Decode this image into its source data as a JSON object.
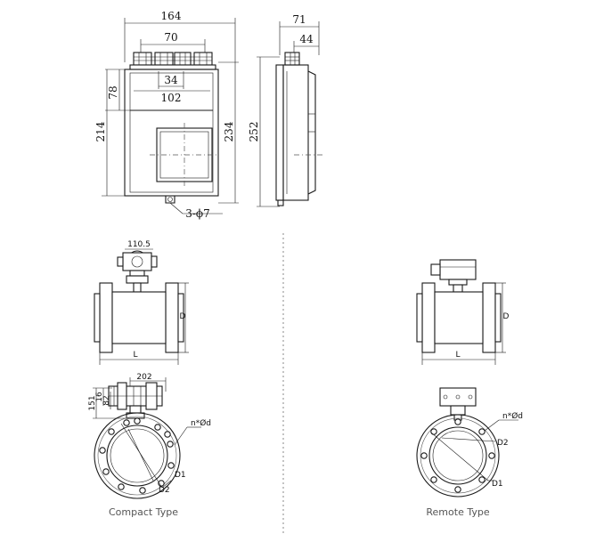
{
  "top_drawing": {
    "dim_overall_width": "164",
    "dim_gland_spacing": "70",
    "dim_window_width": "34",
    "dim_inner_width": "102",
    "dim_upper_height": "78",
    "dim_body_height": "214",
    "dim_total_height": "234",
    "dim_side_height": "252",
    "dim_side_depth": "71",
    "dim_side_inner": "44",
    "mounting_holes": "3-ϕ7"
  },
  "compact": {
    "dim_head": "110.5",
    "label_d": "D",
    "label_l": "L",
    "dim_width": "202",
    "dim_height": "151",
    "dim_a": "16",
    "dim_b": "82",
    "label_holes": "n*Ød",
    "label_d1": "D1",
    "label_d2": "D2",
    "caption": "Compact Type"
  },
  "remote": {
    "label_d": "D",
    "label_l": "L",
    "label_holes": "n*Ød",
    "label_d2": "D2",
    "label_d1": "D1",
    "caption": "Remote Type"
  }
}
